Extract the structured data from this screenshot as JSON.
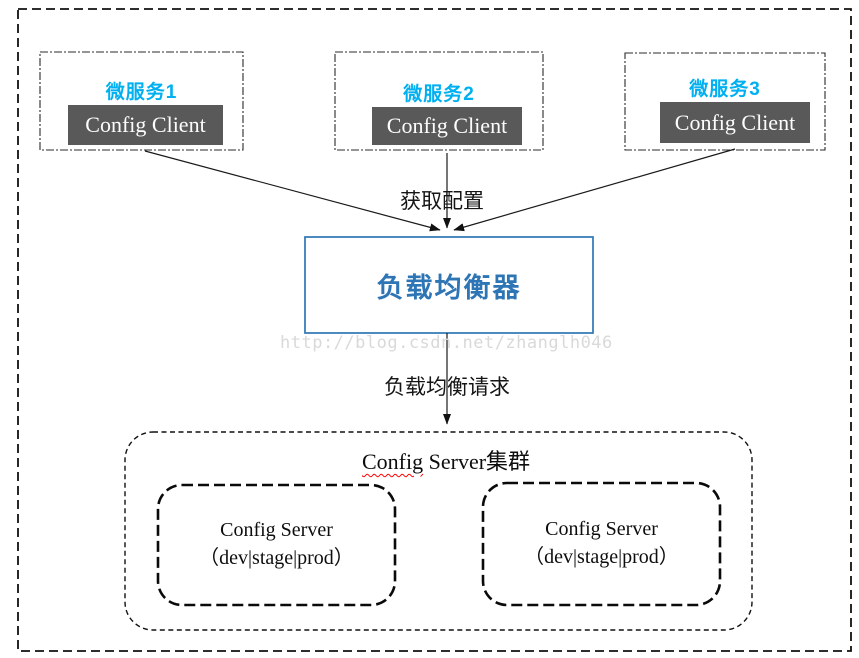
{
  "diagram": {
    "microservices": [
      {
        "name": "微服务1",
        "client": "Config Client"
      },
      {
        "name": "微服务2",
        "client": "Config Client"
      },
      {
        "name": "微服务3",
        "client": "Config Client"
      }
    ],
    "labels": {
      "fetch_config": "获取配置",
      "lb_request": "负载均衡请求"
    },
    "load_balancer": "负载均衡器",
    "cluster": {
      "title_underlined": "Config",
      "title_rest": " Server集群",
      "servers": [
        {
          "line1": "Config Server",
          "line2": "（dev|stage|prod）"
        },
        {
          "line1": "Config Server",
          "line2": "（dev|stage|prod）"
        }
      ]
    },
    "watermark": "http://blog.csdn.net/zhanglh046",
    "colors": {
      "accent_cyan": "#00B0F0",
      "accent_blue": "#2E75B6",
      "client_bg": "#595959",
      "watermark_gray": "#D9D9D9",
      "line_black": "#1A1A1A",
      "misspell_red": "#FF0000"
    }
  }
}
